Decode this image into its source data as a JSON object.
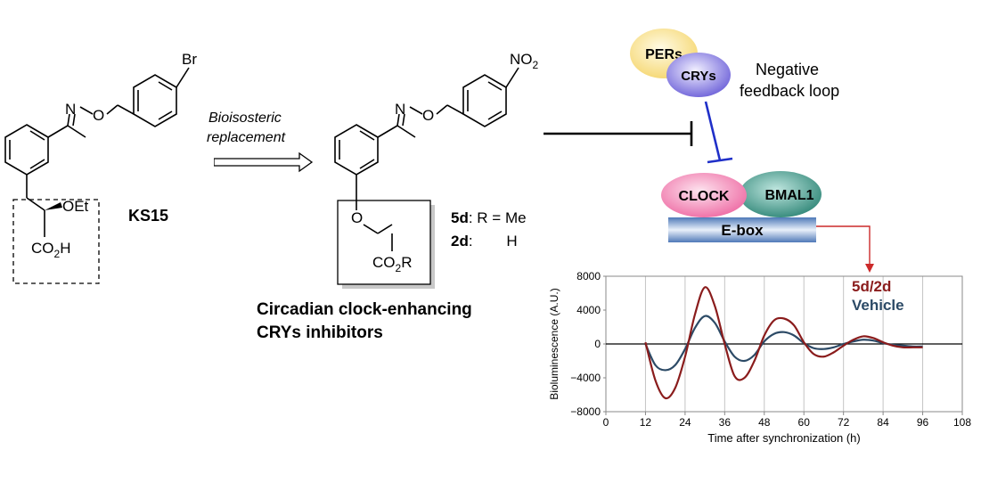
{
  "ks15": {
    "name": "KS15",
    "substituents": {
      "br": "Br",
      "n": "N",
      "o": "O",
      "oet": "OEt",
      "acid": "CO2H"
    }
  },
  "arrow": {
    "line1": "Bioisosteric",
    "line2": "replacement"
  },
  "compound5d": {
    "substituents": {
      "no2": "NO2",
      "n": "N",
      "o": "O",
      "ether_o": "O",
      "ester": "CO2R"
    },
    "label_5d": "5d",
    "r_me": ": R = Me",
    "label_2d": "2d",
    "r_h": ":        H"
  },
  "caption": {
    "line1": "Circadian clock-enhancing",
    "line2": "CRYs inhibitors"
  },
  "feedback": {
    "pers": "PERs",
    "crys": "CRYs",
    "loop_line1": "Negative",
    "loop_line2": "feedback loop",
    "clock": "CLOCK",
    "bmal1": "BMAL1",
    "ebox": "E-box"
  },
  "colors": {
    "pers": "#fbe79a",
    "crys": "#8f86e8",
    "clock": "#f27fb0",
    "bmal1": "#3f9a8c",
    "ebox": "#6f95c8",
    "inhibit_blue": "#1f2fc8",
    "red_arrow": "#cc2a2a",
    "series_treated": "#8a1c1c",
    "series_vehicle": "#2c4a66"
  },
  "chart_data": {
    "type": "line",
    "xlabel": "Time after synchronization (h)",
    "ylabel": "Bioluminescence (A.U.)",
    "xlim": [
      0,
      108
    ],
    "ylim": [
      -8000,
      8000
    ],
    "xticks": [
      0,
      12,
      24,
      36,
      48,
      60,
      72,
      84,
      96,
      108
    ],
    "yticks": [
      8000,
      4000,
      0,
      -4000,
      -8000
    ],
    "grid": "vertical",
    "legend_position": "top-right",
    "series": [
      {
        "name": "5d/2d",
        "color": "#8a1c1c",
        "x": [
          12,
          15,
          18,
          21,
          24,
          27,
          30,
          33,
          36,
          39,
          42,
          45,
          48,
          51,
          54,
          57,
          60,
          63,
          66,
          69,
          72,
          75,
          78,
          81,
          84,
          87,
          90,
          93,
          96
        ],
        "y": [
          200,
          -4300,
          -6400,
          -5200,
          -1500,
          3500,
          6700,
          4500,
          0,
          -3800,
          -4000,
          -2000,
          1000,
          2800,
          3000,
          2200,
          200,
          -1200,
          -1500,
          -1000,
          -200,
          500,
          900,
          700,
          200,
          -200,
          -400,
          -400,
          -400
        ]
      },
      {
        "name": "Vehicle",
        "color": "#2c4a66",
        "x": [
          12,
          15,
          18,
          21,
          24,
          27,
          30,
          33,
          36,
          39,
          42,
          45,
          48,
          51,
          54,
          57,
          60,
          63,
          66,
          69,
          72,
          75,
          78,
          81,
          84,
          87,
          90,
          93,
          96
        ],
        "y": [
          0,
          -2500,
          -3100,
          -2500,
          -600,
          1900,
          3300,
          2500,
          300,
          -1500,
          -2000,
          -1300,
          300,
          1200,
          1400,
          1000,
          100,
          -500,
          -600,
          -400,
          0,
          300,
          500,
          400,
          100,
          -100,
          -200,
          -300,
          -300
        ]
      }
    ]
  }
}
